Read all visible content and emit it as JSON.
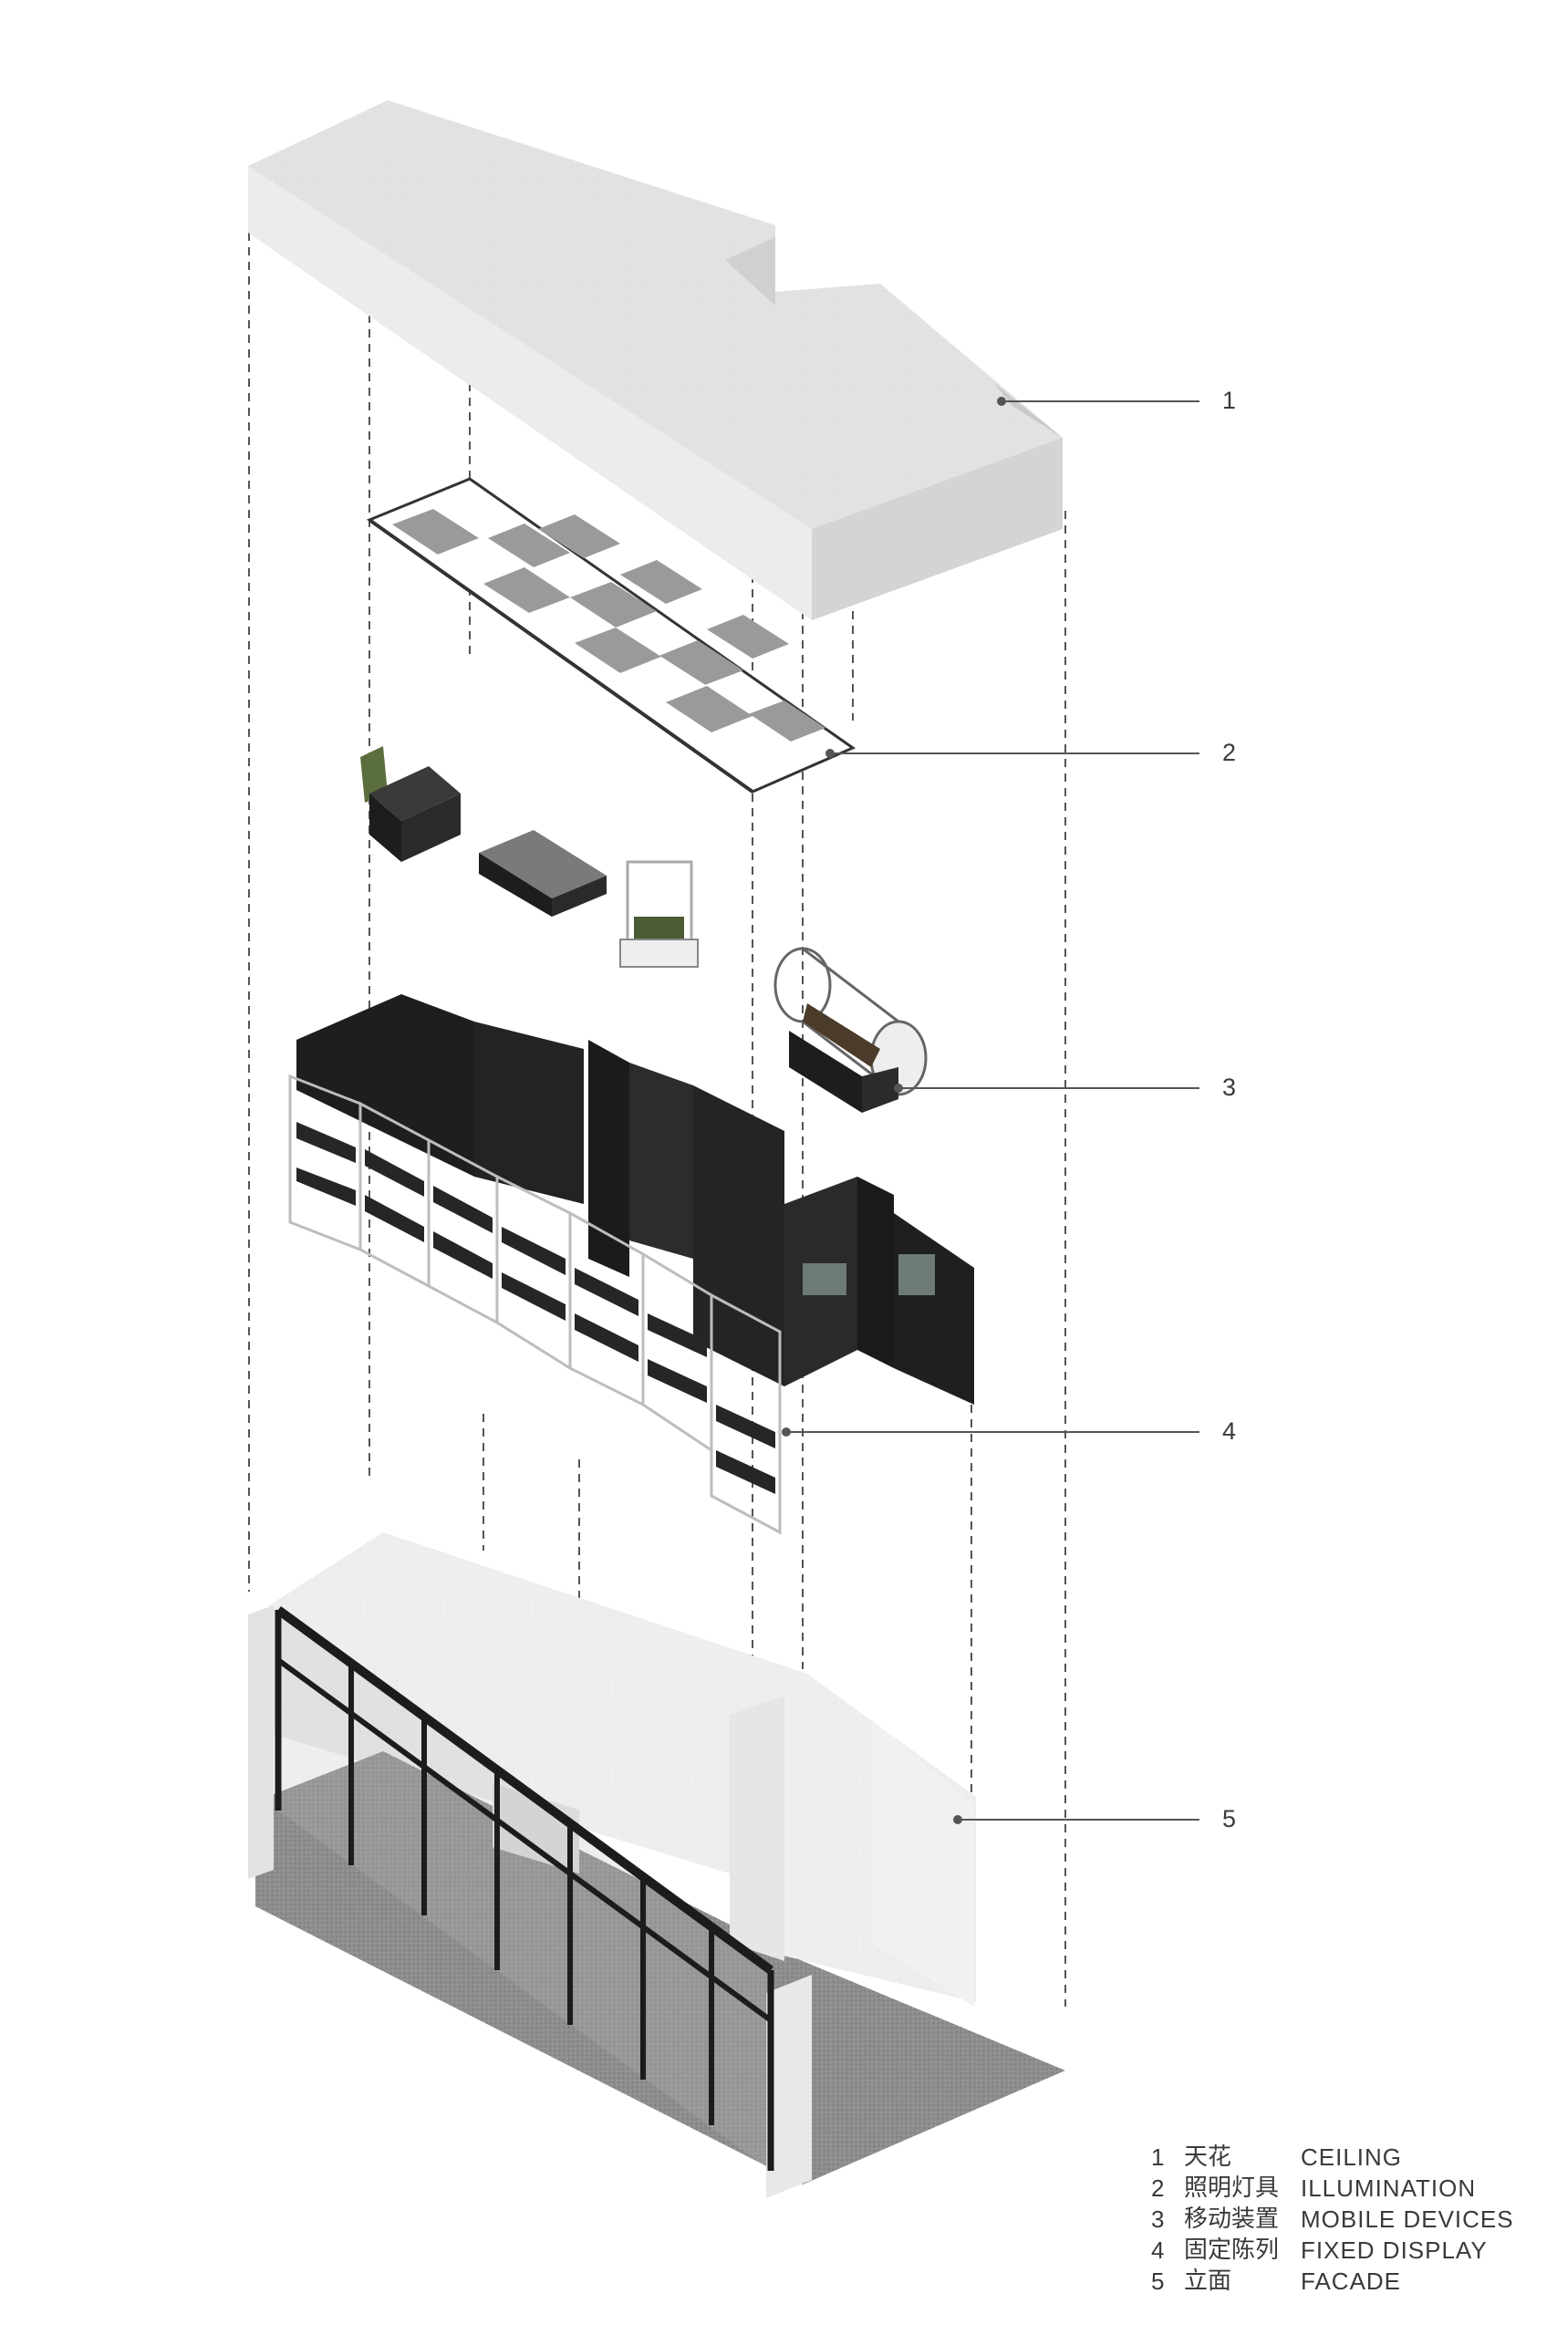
{
  "callouts": [
    {
      "num": "1"
    },
    {
      "num": "2"
    },
    {
      "num": "3"
    },
    {
      "num": "4"
    },
    {
      "num": "5"
    }
  ],
  "legend": [
    {
      "num": "1",
      "zh": "天花",
      "en": "CEILING"
    },
    {
      "num": "2",
      "zh": "照明灯具",
      "en": "ILLUMINATION"
    },
    {
      "num": "3",
      "zh": "移动装置",
      "en": "MOBILE DEVICES"
    },
    {
      "num": "4",
      "zh": "固定陈列",
      "en": "FIXED DISPLAY"
    },
    {
      "num": "5",
      "zh": "立面",
      "en": "FACADE"
    }
  ],
  "colors": {
    "ceiling": "#e4e4e4",
    "frame": "#1c1c1c",
    "grey_floor": "#8c8c8c",
    "wall": "#eeeeee",
    "plant": "#5b6e3e",
    "line": "#555555"
  }
}
